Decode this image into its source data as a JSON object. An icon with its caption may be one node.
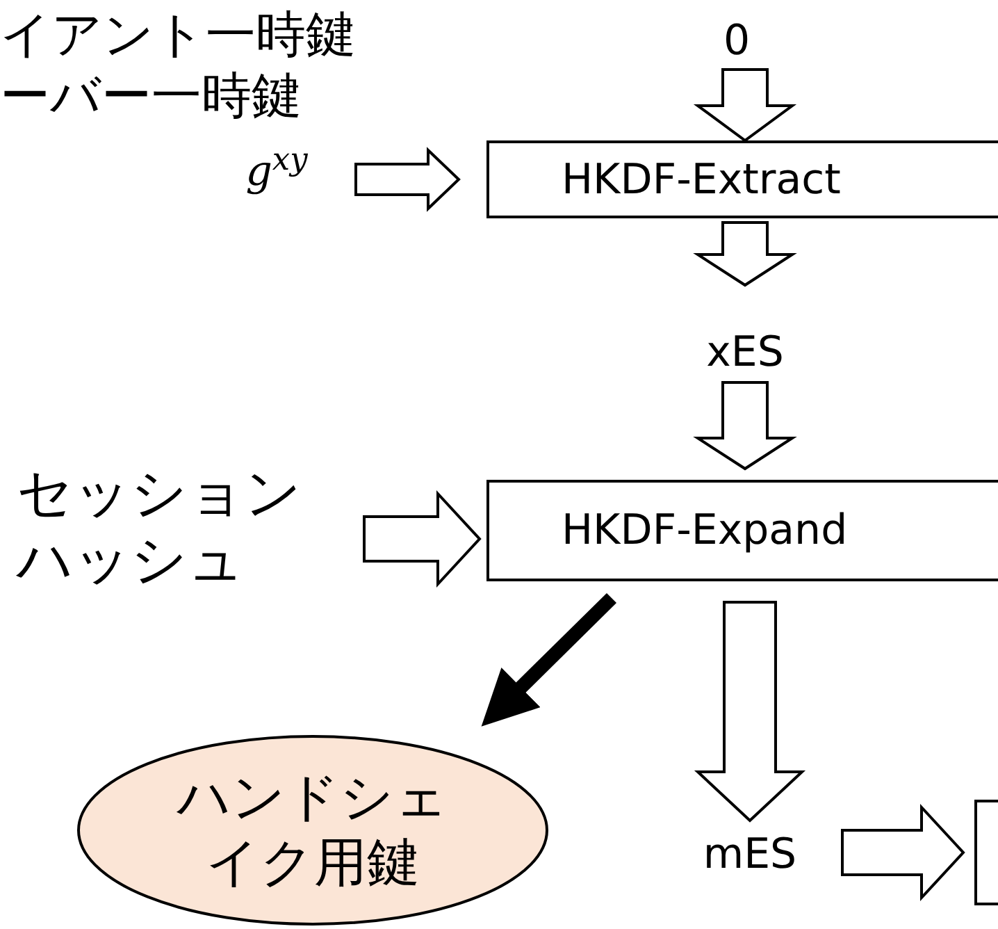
{
  "diagram": {
    "nodes": [
      {
        "text": [
          "0"
        ]
      },
      {
        "text": [
          "g$^{xy}$"
        ]
      },
      {
        "text": [
          "HKDF-Extract"
        ]
      },
      {
        "text": [
          "xES"
        ]
      },
      {
        "text": [
          "セッションハッシュ"
        ]
      },
      {
        "text": [
          "HKDF-Expand"
        ]
      },
      {
        "text": [
          "ハンドシェイク用鍵"
        ]
      },
      {
        "text": [
          "mES"
        ]
      },
      {
        "text": [],
        "shape": "box"
      }
    ],
    "edges": [
      {
        "from": 0,
        "to": 2,
        "arrow": "to"
      },
      {
        "from": 1,
        "to": 2,
        "arrow": "to"
      },
      {
        "from": 2,
        "to": 3,
        "arrow": "to"
      },
      {
        "from": 3,
        "to": 5,
        "arrow": "to"
      },
      {
        "from": 4,
        "to": 5,
        "arrow": "to"
      },
      {
        "from": 5,
        "to": 6,
        "arrow": "to"
      },
      {
        "from": 5,
        "to": 7,
        "arrow": "to"
      },
      {
        "from": 7,
        "to": 8,
        "arrow": "to"
      }
    ],
    "labels": [
      "イアント一時鍵",
      "ーバー一時鍵"
    ]
  }
}
